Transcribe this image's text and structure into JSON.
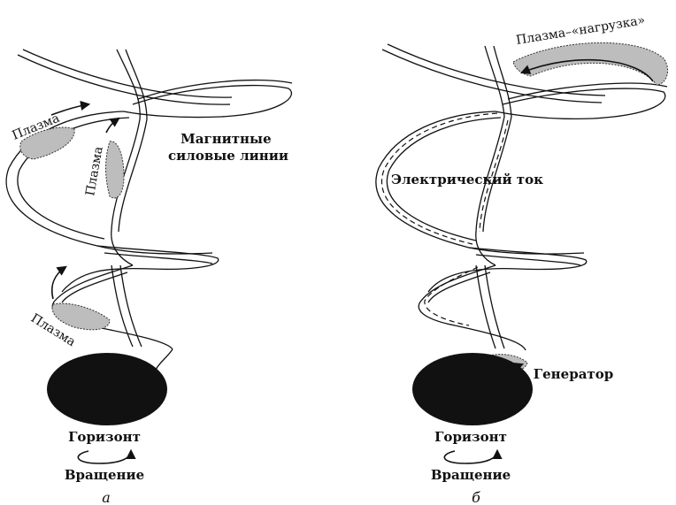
{
  "panel_a": {
    "label_magnetic": [
      "Магнитные",
      "силовые линии"
    ],
    "label_plasma_1": "Плазма",
    "label_plasma_2": "Плазма",
    "label_plasma_3": "Плазма",
    "label_horizon": "Горизонт",
    "label_rotation": "Вращение",
    "caption": "а"
  },
  "panel_b": {
    "label_load": "Плазма–«нагрузка»",
    "label_current": "Электрический ток",
    "label_generator": "Генератор",
    "label_horizon": "Горизонт",
    "label_rotation": "Вращение",
    "caption": "б"
  },
  "colors": {
    "ink": "#111111",
    "plasma_fill": "#bdbdbd",
    "background": "#ffffff"
  }
}
